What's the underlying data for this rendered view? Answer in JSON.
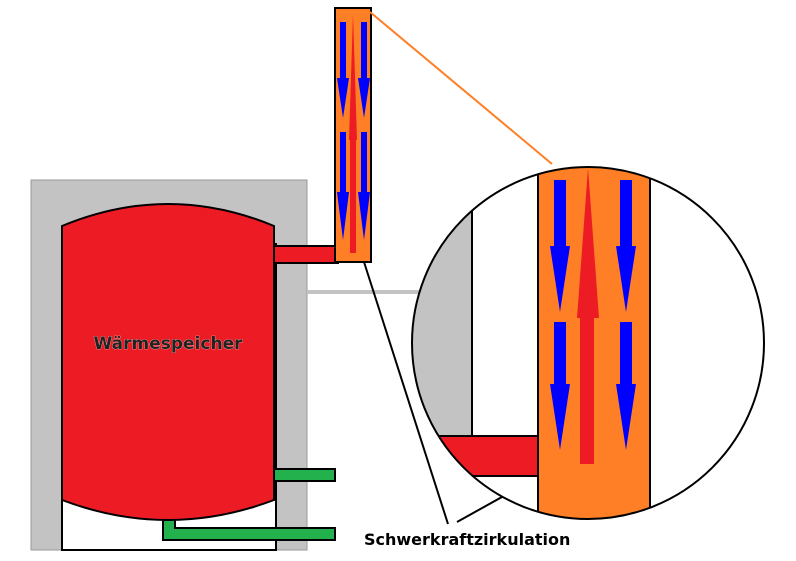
{
  "labels": {
    "storage_tank": "Wärmespeicher",
    "circulation": "Schwerkraftzirkulation"
  },
  "colors": {
    "housing": "#c3c3c3",
    "tank": "#ed1c24",
    "pipe_insulation": "#ff7f27",
    "flow_down": "#0000ff",
    "flow_up": "#ed1c24",
    "connectors": "#22b14c",
    "leader_line_orange": "#ff7f27",
    "outline": "#000000"
  },
  "icons": {
    "downward_flow": "blue-down-arrow",
    "upward_flow": "red-up-arrow"
  }
}
